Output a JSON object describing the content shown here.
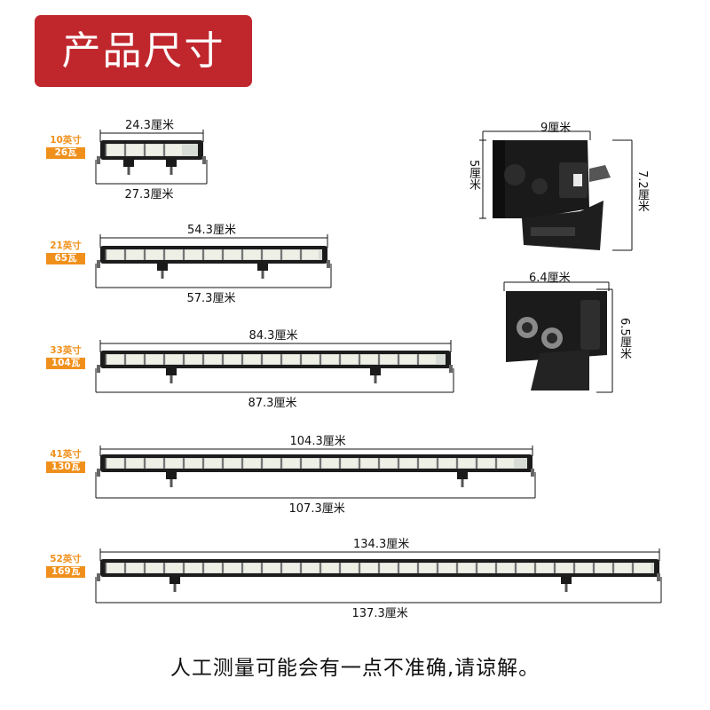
{
  "title": "产品尺寸",
  "bars": [
    {
      "inch": "10英寸",
      "watt": "26瓦",
      "top_dim": "24.3厘米",
      "bottom_dim": "27.3厘米"
    },
    {
      "inch": "21英寸",
      "watt": "65瓦",
      "top_dim": "54.3厘米",
      "bottom_dim": "57.3厘米"
    },
    {
      "inch": "33英寸",
      "watt": "104瓦",
      "top_dim": "84.3厘米",
      "bottom_dim": "87.3厘米"
    },
    {
      "inch": "41英寸",
      "watt": "130瓦",
      "top_dim": "104.3厘米",
      "bottom_dim": "107.3厘米"
    },
    {
      "inch": "52英寸",
      "watt": "169瓦",
      "top_dim": "134.3厘米",
      "bottom_dim": "137.3厘米"
    }
  ],
  "side_view": {
    "width": "9厘米",
    "height_left": "5厘米",
    "height_right": "7.2厘米"
  },
  "end_view": {
    "width": "6.4厘米",
    "height": "6.5厘米"
  },
  "footer": "人工测量可能会有一点不准确,请谅解。"
}
